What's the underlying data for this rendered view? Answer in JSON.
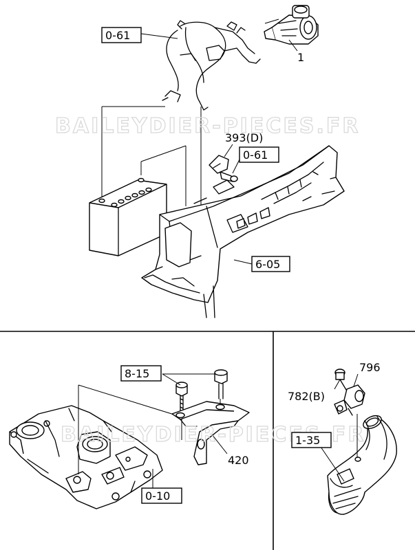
{
  "watermark": "BAILEYDIER-PIECES.FR",
  "callouts": {
    "harness_ref": "0-61",
    "starter": "1",
    "bracket": "393(D)",
    "bolt_ref": "0-61",
    "frame_ref": "6-05",
    "bolts_ref": "8-15",
    "bracket_420": "420",
    "engine_ref": "0-10",
    "sensor": "796",
    "sensor_bolt": "782(B)",
    "hose_ref": "1-35"
  }
}
